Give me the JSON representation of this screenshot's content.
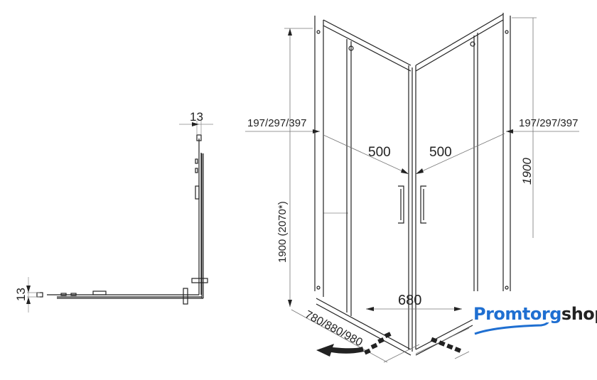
{
  "plan_view": {
    "top_gap": "13",
    "side_gap": "13"
  },
  "elevation": {
    "height_left": "1900 (2070*)",
    "height_right": "1900",
    "entry_left": "197/297/397",
    "entry_right": "197/297/397",
    "door_left": "500",
    "door_right": "500",
    "depth": "680",
    "width": "780/880/980"
  },
  "logo": {
    "part1": "Promtorg",
    "part2": "shop",
    "colors": {
      "primary": "#1f6fd1",
      "secondary": "#222222"
    }
  }
}
